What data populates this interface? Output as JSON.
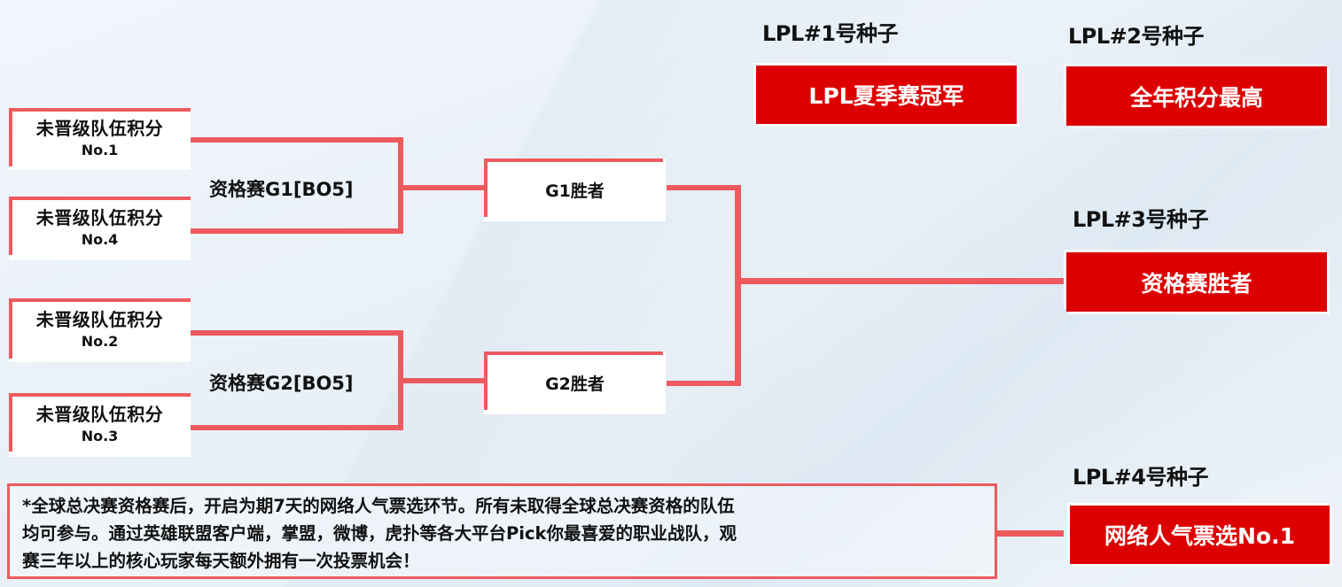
{
  "colors": {
    "accent_line": "#ee5a5e",
    "seed_box_bg": "#dd0000",
    "seed_box_text": "#ffffff",
    "text": "#111111"
  },
  "qualifier": {
    "teams": [
      {
        "name": "未晋级队伍积分",
        "rank": "No.1"
      },
      {
        "name": "未晋级队伍积分",
        "rank": "No.4"
      },
      {
        "name": "未晋级队伍积分",
        "rank": "No.2"
      },
      {
        "name": "未晋级队伍积分",
        "rank": "No.3"
      }
    ],
    "matches": [
      {
        "label": "资格赛G1[BO5]",
        "winner": "G1胜者"
      },
      {
        "label": "资格赛G2[BO5]",
        "winner": "G2胜者"
      }
    ]
  },
  "seeds": [
    {
      "title": "LPL#1号种子",
      "criterion": "LPL夏季赛冠军"
    },
    {
      "title": "LPL#2号种子",
      "criterion": "全年积分最高"
    },
    {
      "title": "LPL#3号种子",
      "criterion": "资格赛胜者"
    },
    {
      "title": "LPL#4号种子",
      "criterion": "网络人气票选No.1"
    }
  ],
  "note": {
    "lines": [
      "*全球总决赛资格赛后，开启为期7天的网络人气票选环节。所有未取得全球总决赛资格的队伍",
      "均可参与。通过英雄联盟客户端，掌盟，微博，虎扑等各大平台Pick你最喜爱的职业战队，观",
      "赛三年以上的核心玩家每天额外拥有一次投票机会！"
    ]
  }
}
